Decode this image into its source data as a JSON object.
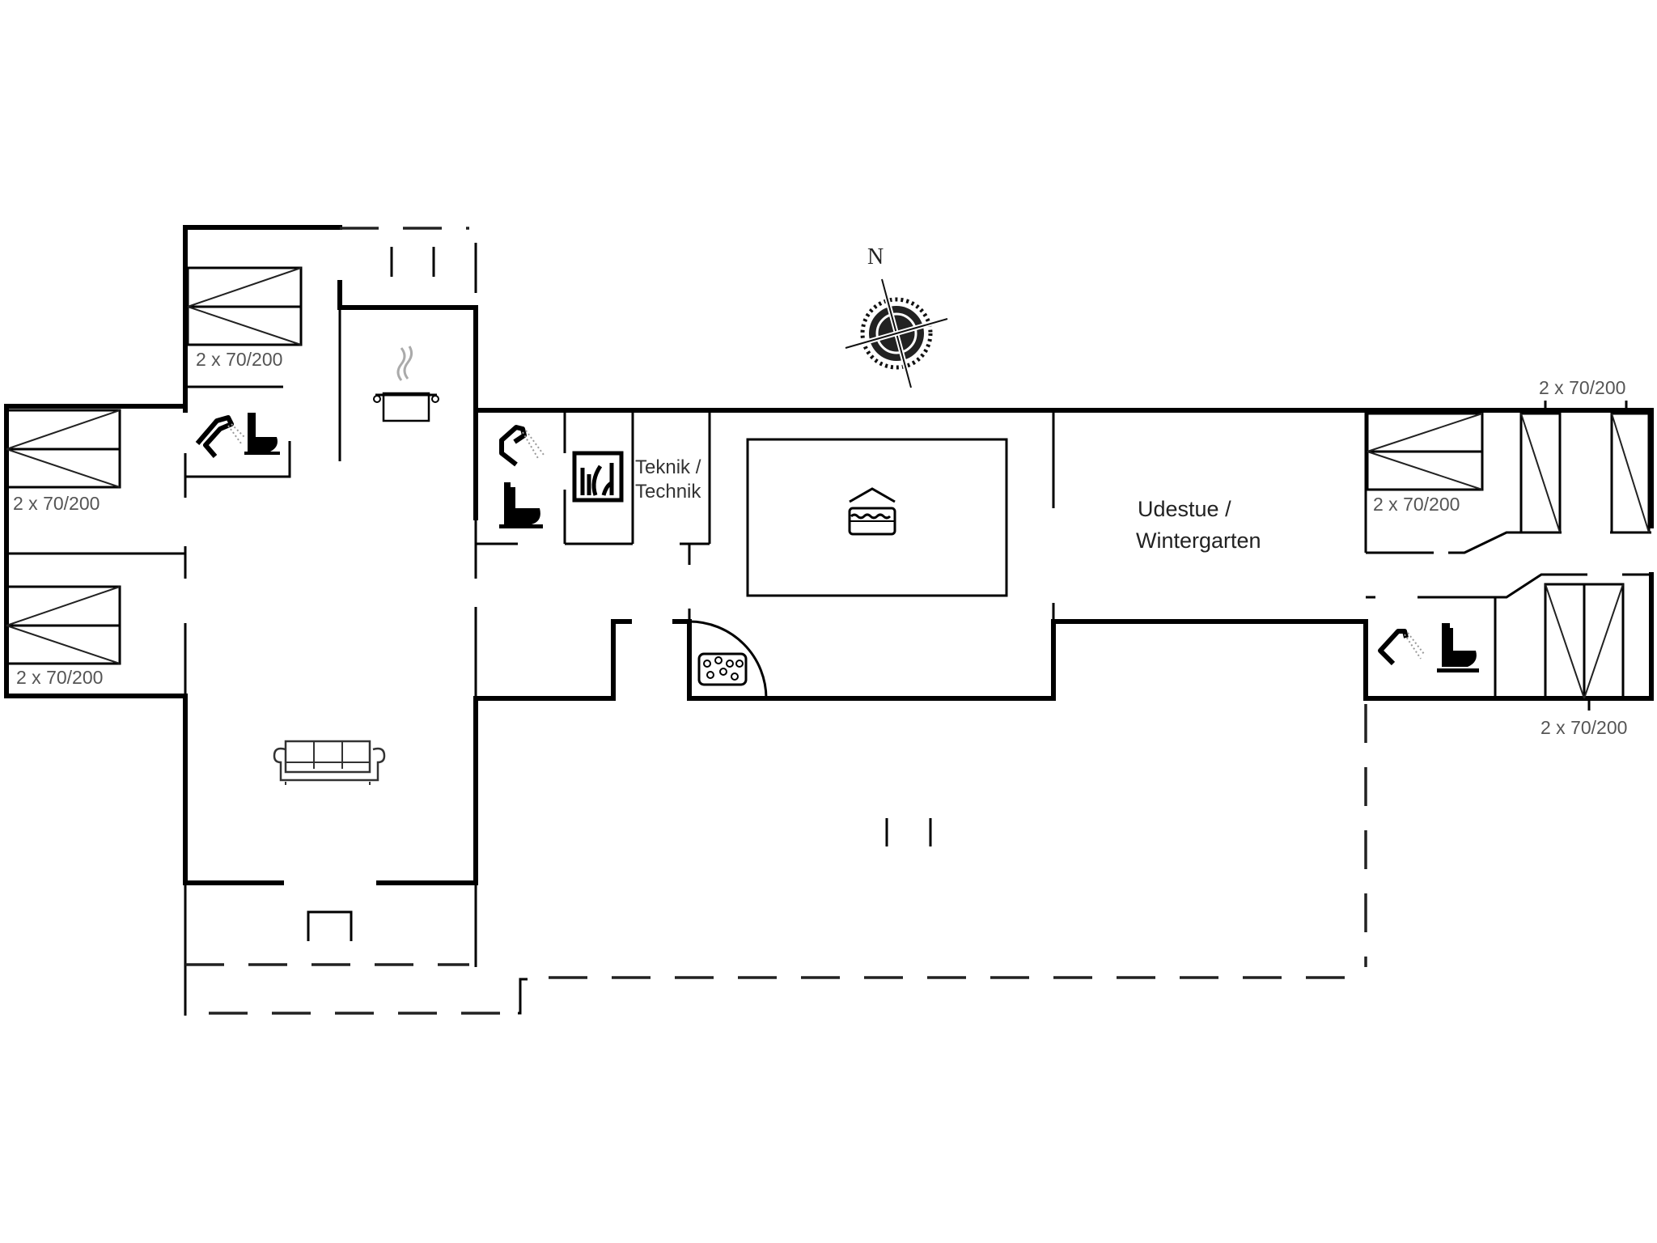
{
  "plan": {
    "type": "floor-plan",
    "compass": {
      "label": "N"
    },
    "rooms": [
      {
        "id": "teknik",
        "label_line1": "Teknik /",
        "label_line2": "Technik"
      },
      {
        "id": "udestue",
        "label_line1": "Udestue /",
        "label_line2": "Wintergarten"
      }
    ],
    "beds": [
      {
        "id": "bed-top-left",
        "label": "2 x 70/200"
      },
      {
        "id": "bed-left-upper",
        "label": "2 x 70/200"
      },
      {
        "id": "bed-left-lower",
        "label": "2 x 70/200"
      },
      {
        "id": "bed-right-top",
        "label": "2 x 70/200"
      },
      {
        "id": "bed-right-vertical-top",
        "label": "2 x 70/200"
      },
      {
        "id": "bed-right-vertical-bottom",
        "label": "2 x 70/200"
      }
    ],
    "icons": [
      "shower-icon",
      "toilet-icon",
      "kitchen-pot-icon",
      "sofa-icon",
      "sauna-icon",
      "pool-icon",
      "hot-tub-icon",
      "compass-icon"
    ],
    "colors": {
      "wall": "#000000",
      "background": "#ffffff",
      "label": "#333333"
    }
  }
}
